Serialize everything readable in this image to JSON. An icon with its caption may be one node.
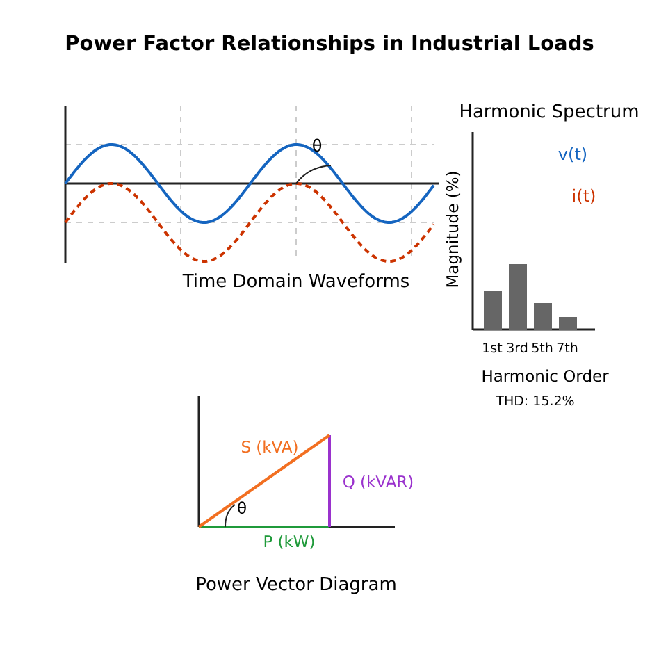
{
  "diagram": {
    "title": "Power Factor Relationships in Industrial Loads",
    "labels": [
      "θ",
      "Time Domain Waveforms",
      "Harmonic Spectrum",
      "Magnitude (%)",
      "v(t)",
      "i(t)",
      "1st",
      "3rd",
      "5th",
      "7th",
      "Harmonic Order",
      "THD: 15.2%",
      "S (kVA)",
      "Q (kVAR)",
      "θ",
      "P (kW)",
      "Power Vector Diagram"
    ]
  }
}
